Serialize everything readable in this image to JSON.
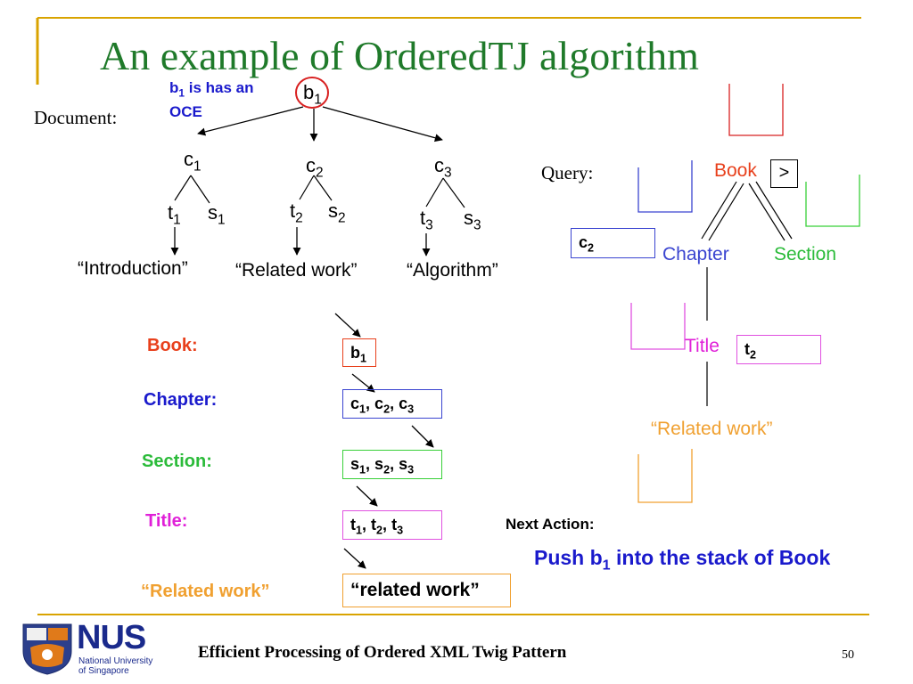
{
  "slide": {
    "title": "An example of OrderedTJ algorithm",
    "footer": "Efficient Processing of Ordered XML Twig Pattern",
    "page_number": "50"
  },
  "logo": {
    "brand": "NUS",
    "line1": "National University",
    "line2": "of Singapore"
  },
  "document": {
    "label": "Document:",
    "annotation_line1": "b",
    "annotation_line1_sub": "1",
    "annotation_line1_rest": " is has an",
    "annotation_line2": "OCE",
    "root": {
      "base": "b",
      "sub": "1"
    },
    "chapters": [
      {
        "base": "c",
        "sub": "1"
      },
      {
        "base": "c",
        "sub": "2"
      },
      {
        "base": "c",
        "sub": "3"
      }
    ],
    "titles": [
      {
        "base": "t",
        "sub": "1"
      },
      {
        "base": "t",
        "sub": "2"
      },
      {
        "base": "t",
        "sub": "3"
      }
    ],
    "sections": [
      {
        "base": "s",
        "sub": "1"
      },
      {
        "base": "s",
        "sub": "2"
      },
      {
        "base": "s",
        "sub": "3"
      }
    ],
    "strings": [
      "“Introduction”",
      "“Related work”",
      "“Algorithm”"
    ]
  },
  "query": {
    "label": "Query:",
    "book": "Book",
    "order_symbol": ">",
    "chapter": "Chapter",
    "section": "Section",
    "title": "Title",
    "value": "“Related work”",
    "chapter_stack_item": {
      "base": "c",
      "sub": "2"
    },
    "title_stack_item": {
      "base": "t",
      "sub": "2"
    }
  },
  "streams": {
    "book_label": "Book:",
    "chapter_label": "Chapter:",
    "section_label": "Section:",
    "title_label": "Title:",
    "related_label": "“Related work”",
    "book_items": [
      {
        "base": "b",
        "sub": "1"
      }
    ],
    "chapter_items": [
      {
        "base": "c",
        "sub": "1"
      },
      {
        "base": "c",
        "sub": "2"
      },
      {
        "base": "c",
        "sub": "3"
      }
    ],
    "section_items": [
      {
        "base": "s",
        "sub": "1"
      },
      {
        "base": "s",
        "sub": "2"
      },
      {
        "base": "s",
        "sub": "3"
      }
    ],
    "title_items": [
      {
        "base": "t",
        "sub": "1"
      },
      {
        "base": "t",
        "sub": "2"
      },
      {
        "base": "t",
        "sub": "3"
      }
    ],
    "related_value": "“related work”"
  },
  "next_action": {
    "label": "Next Action:",
    "text_prefix": "Push b",
    "text_sub": "1",
    "text_suffix": " into the stack of Book"
  },
  "colors": {
    "title": "#1f7a2a",
    "book": "#e8401c",
    "chapter": "#1a1acc",
    "section": "#2bbb3a",
    "title_stream": "#e020d8",
    "related": "#f0a030",
    "query_book_stack": "#d82020",
    "query_chapter_stack": "#3a44d0",
    "query_section_stack": "#38d038",
    "query_title_stack": "#e050e0",
    "query_value_stack": "#f0a030",
    "rule": "#d9a300",
    "annotation": "#1a1acc"
  }
}
